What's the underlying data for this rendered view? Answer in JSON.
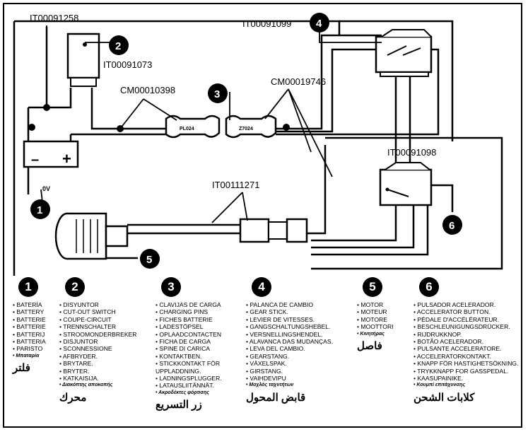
{
  "codes": {
    "relay": "IT00091258",
    "breaker": "IT00091073",
    "charging_plug": "CM00010398",
    "gear_connector": "CM00019746",
    "gear_switch": "IT00091099",
    "accel_switch": "IT00091098",
    "motor_plug": "IT00111271"
  },
  "battery": {
    "minus": "–",
    "plus": "+",
    "label_0v": "0V"
  },
  "connector_text": {
    "left": "PL024",
    "right": "Z7024"
  },
  "callouts": [
    "1",
    "2",
    "3",
    "4",
    "5",
    "6"
  ],
  "legend": [
    {
      "num": "1",
      "items": [
        "BATERÍA",
        "BATTERY",
        "BATTERIE",
        "BATTERIE",
        "BATTERIJ",
        "BATTERIA",
        "PARISTO"
      ],
      "small": "Μπαταρία",
      "arabic": "فلتر"
    },
    {
      "num": "2",
      "items": [
        "DISYUNTOR",
        "CUT-OUT SWITCH",
        "COUPE-CIRCUIT",
        "TRENNSCHALTER",
        "STROOMONDERBREKER",
        "DISJUNTOR",
        "SCONNESSIONE",
        "AFBRYDER.",
        "BRYTARE.",
        "BRYTER.",
        "KATKAISIJA."
      ],
      "small": "Διακόπτης αποκοπής",
      "arabic": "محرك"
    },
    {
      "num": "3",
      "items": [
        "CLAVIJAS DE CARGA",
        "CHARGING PINS",
        "FICHES BATTERIE",
        "LADESTÖPSEL",
        "OPLAADCONTACTEN",
        "FICHA DE CARGA",
        "SPINE DI CARICA",
        "KONTAKTBEN.",
        "STICKKONTAKT FÖR UPPLADDNING.",
        "LADNINGSPLUGGER.",
        "LATAUSLIITÄNNÄT."
      ],
      "small": "Ακροδέκτες φόρτισης",
      "arabic": "زر التسريع"
    },
    {
      "num": "4",
      "items": [
        "PALANCA DE CAMBIO",
        "GEAR STICK.",
        "LEVIER DE VITESSES.",
        "GANGSCHALTUNGSHEBEL.",
        "VERSNELLINGSHENDEL.",
        "ALAVANCA DAS MUDANÇAS.",
        "LEVA DEL CAMBIO.",
        "GEARSTANG.",
        "VÄXELSPAK.",
        "GIRSTANG.",
        "VAIHDEVIPU"
      ],
      "small": "Μοχλός ταχυτήτων",
      "arabic": "قابض المحول"
    },
    {
      "num": "5",
      "items": [
        "MOTOR",
        "MOTEUR",
        "MOTORE",
        "MOOTTORI"
      ],
      "small": "Κινητήρας",
      "arabic": "فاصل"
    },
    {
      "num": "6",
      "items": [
        "PULSADOR ACELERADOR.",
        "ACCELERATOR BUTTON.",
        "PÉDALE D'ACCÉLÉRATEUR.",
        "BESCHLEUNIGUNGSDRÜCKER.",
        "RIJDRUKKNOP.",
        "BOTÃO ACELERADOR.",
        "PULSANTE ACCELERATORE.",
        "ACCELERATORKONTAKT.",
        "KNAPP FÖR HASTIGHETSÖKNING.",
        "TRYKKNAPP FOR GASSPEDAL.",
        "KAASUPAINIKE."
      ],
      "small": "Κουμπί επιτάχυνσης",
      "arabic": "كلابات الشحن"
    }
  ]
}
